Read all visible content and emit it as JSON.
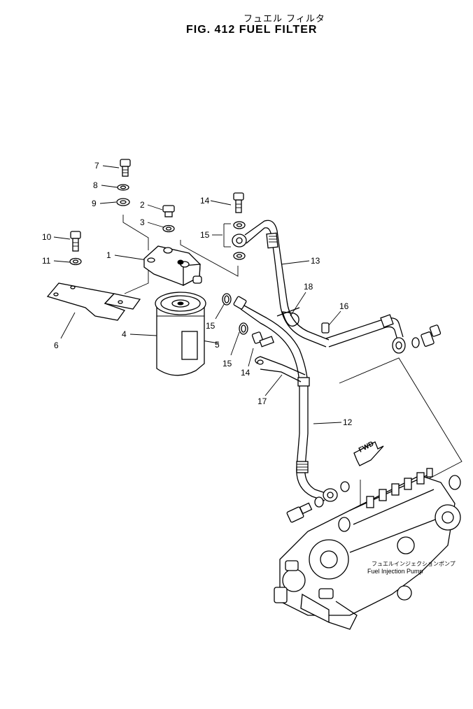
{
  "title": {
    "japanese": "フュエル フィルタ",
    "english": "FIG. 412  FUEL FILTER"
  },
  "callouts": [
    "1",
    "2",
    "3",
    "4",
    "5",
    "6",
    "7",
    "8",
    "9",
    "10",
    "11",
    "12",
    "13",
    "14",
    "14",
    "15",
    "15",
    "15",
    "16",
    "17",
    "18"
  ],
  "pump_label": {
    "japanese": "フュエルインジェクションポンプ",
    "english": "Fuel Injection Pump"
  },
  "fwd_label": "FWD",
  "colors": {
    "ink": "#000000",
    "paper": "#ffffff"
  }
}
